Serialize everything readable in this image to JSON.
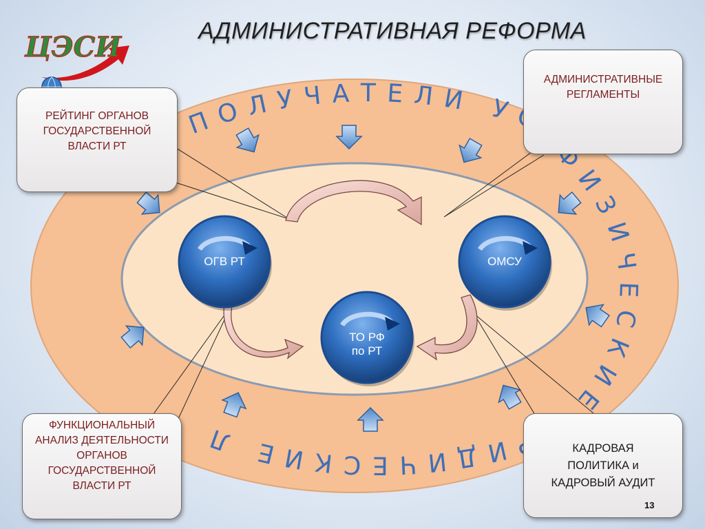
{
  "title": "АДМИНИСТРАТИВНАЯ РЕФОРМА",
  "logo": {
    "text": "ЦЭСИ"
  },
  "ring_text": {
    "top": "ПОЛУЧАТЕЛИ УСЛУГ:",
    "right": "ФИЗИЧЕСКИЕ И",
    "bottom": "ЮРИДИЧЕСКИЕ ЛИЦА"
  },
  "nodes": {
    "ogv": "ОГВ РТ",
    "omsu": "ОМСУ",
    "to_line1": "ТО РФ",
    "to_line2": "по РТ"
  },
  "callouts": {
    "rating": [
      "РЕЙТИНГ ОРГАНОВ",
      "ГОСУДАРСТВЕННОЙ",
      "ВЛАСТИ РТ"
    ],
    "regulations": [
      "АДМИНИСТРАТИВНЫЕ",
      "РЕГЛАМЕНТЫ"
    ],
    "functional": [
      "ФУНКЦИОНАЛЬНЫЙ",
      "АНАЛИЗ ДЕЯТЕЛЬНОСТИ",
      "ОРГАНОВ",
      "ГОСУДАРСТВЕННОЙ",
      "ВЛАСТИ РТ"
    ],
    "hr": [
      "КАДРОВАЯ",
      "ПОЛИТИКА и",
      "КАДРОВЫЙ АУДИТ"
    ]
  },
  "page_number": "13",
  "colors": {
    "ring": "#f6bf94",
    "inner": "#fde3c6",
    "node": "#2f6fc0",
    "ring_text": "#3f6fb8",
    "callout_text": "#7a1e1e",
    "logo_green": "#2e8b3a",
    "logo_red": "#d0161c"
  }
}
